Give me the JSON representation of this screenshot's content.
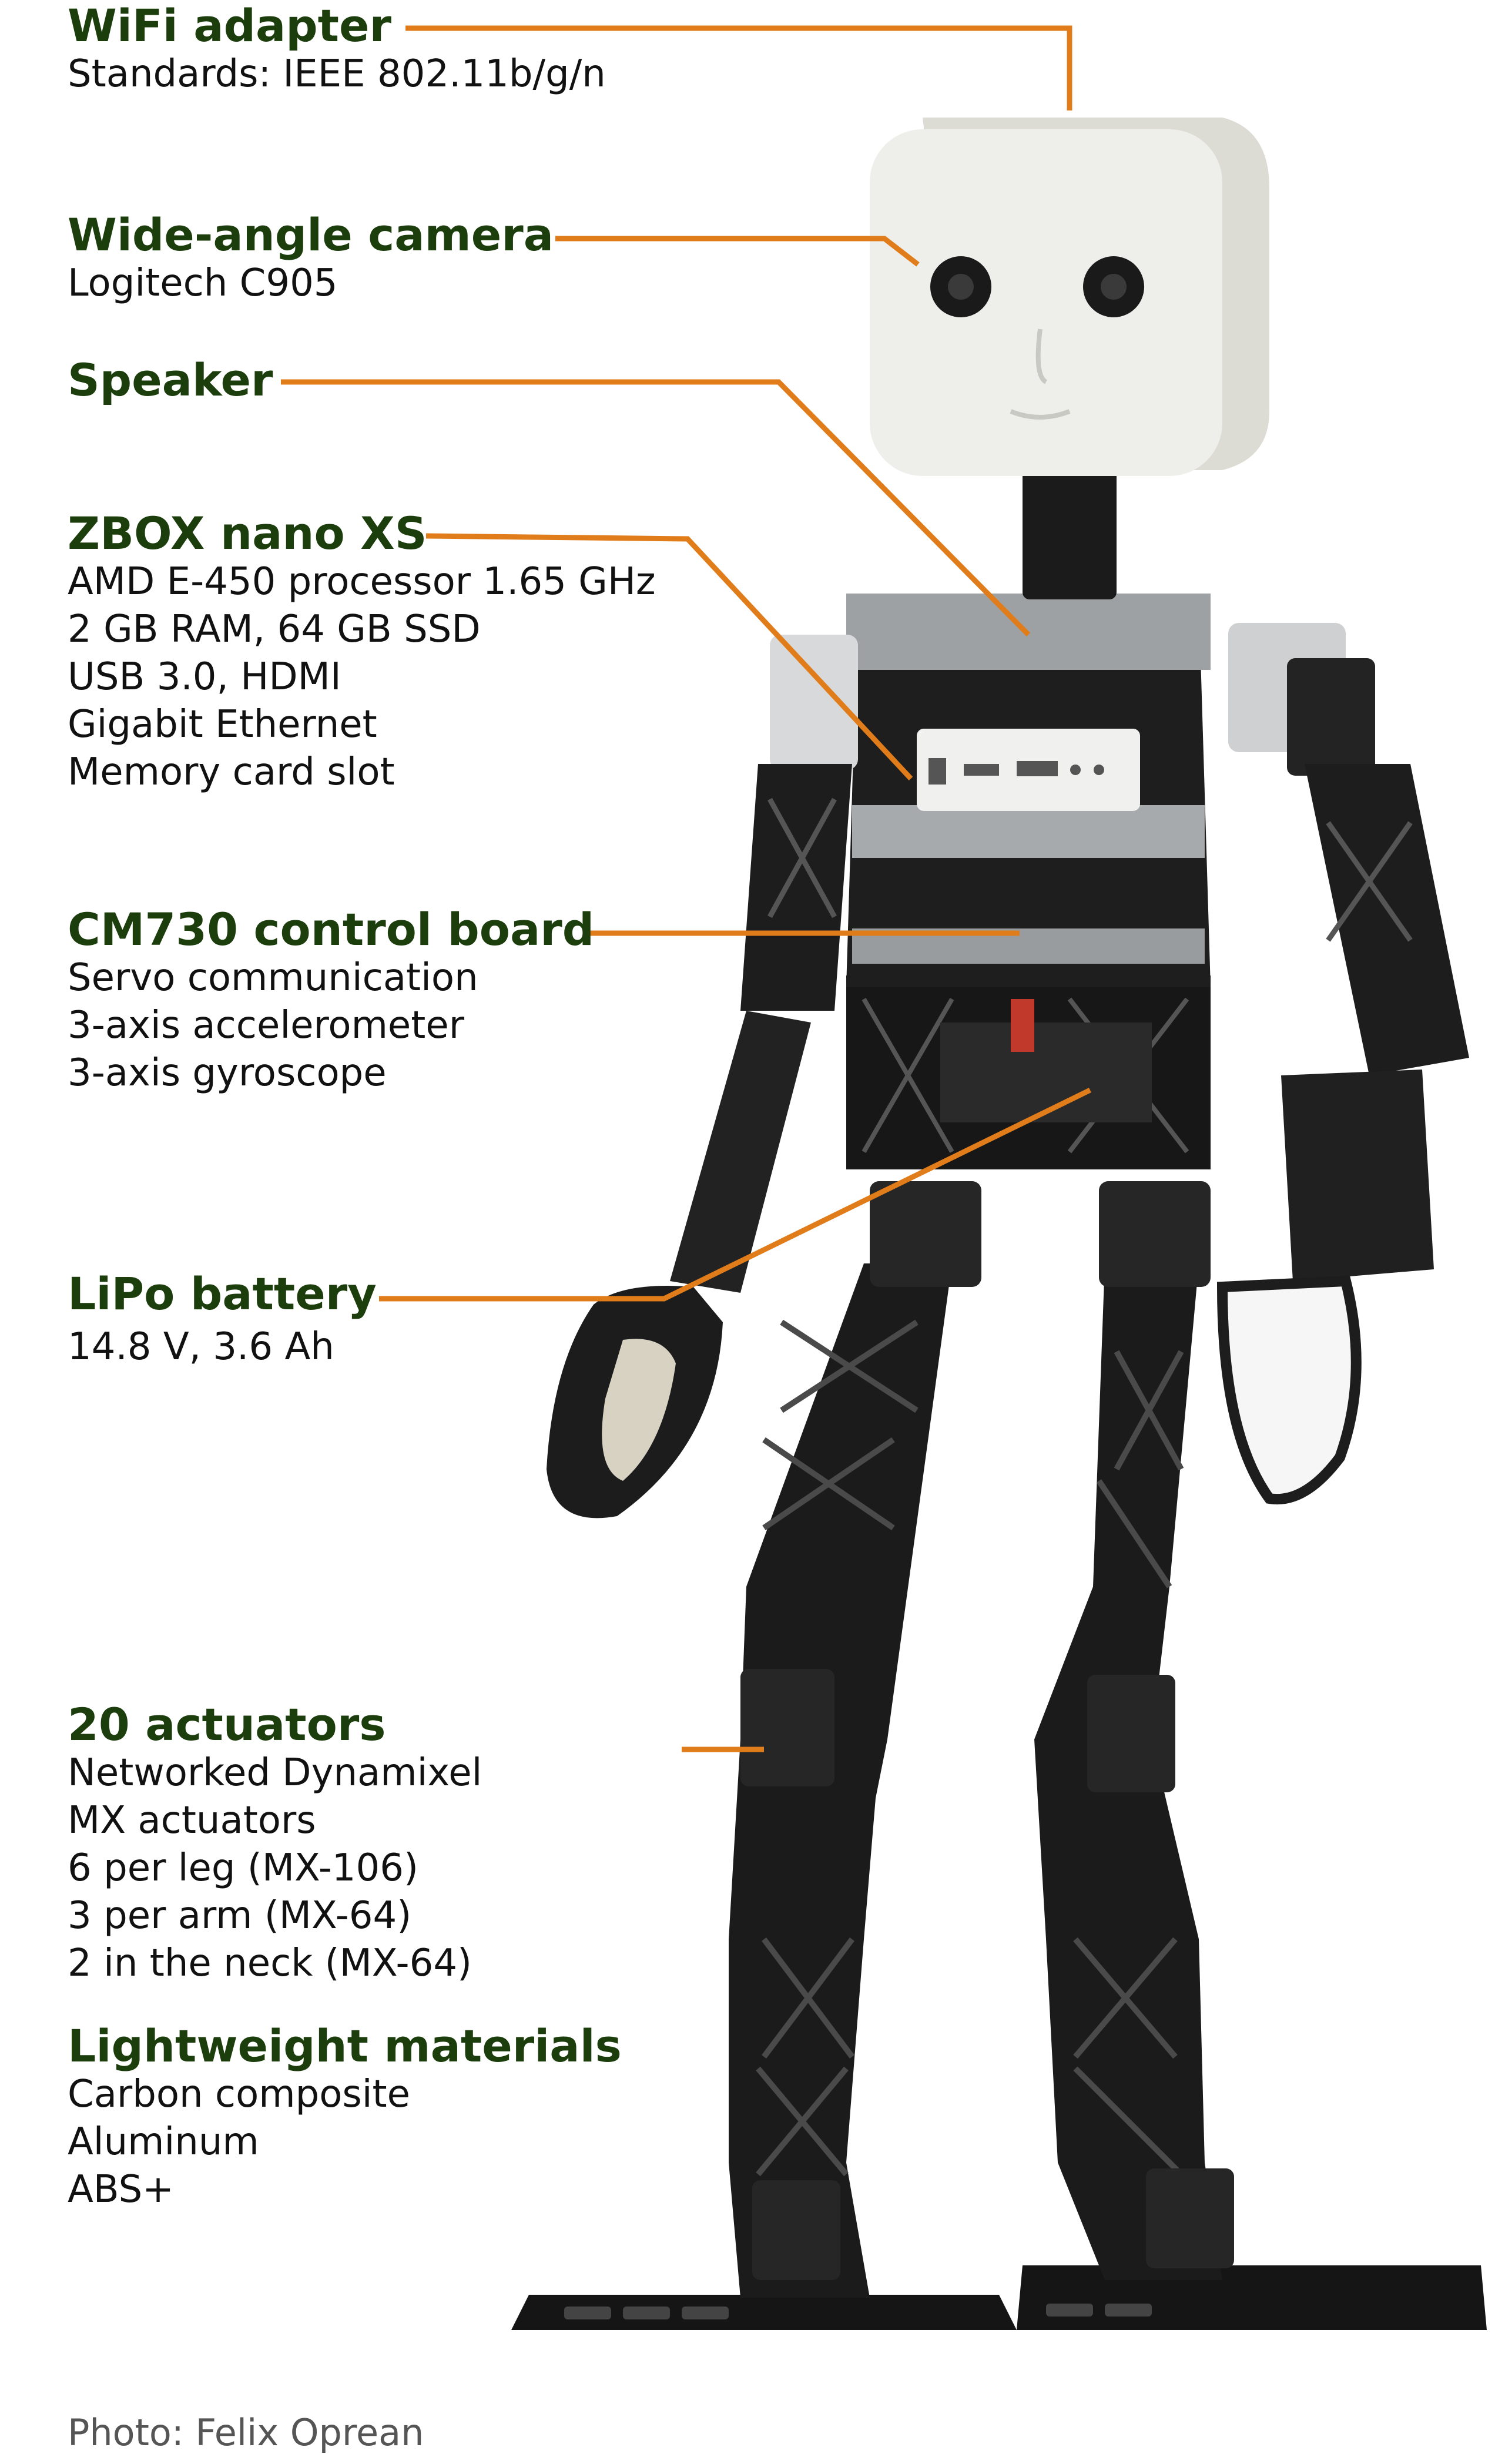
{
  "callouts": [
    {
      "id": "wifi",
      "heading": "WiFi adapter",
      "lines": [
        "Standards: IEEE 802.11b/g/n"
      ]
    },
    {
      "id": "camera",
      "heading": "Wide-angle camera",
      "lines": [
        "Logitech C905"
      ]
    },
    {
      "id": "speaker",
      "heading": "Speaker",
      "lines": []
    },
    {
      "id": "zbox",
      "heading": "ZBOX nano XS",
      "lines": [
        "AMD E-450 processor 1.65 GHz",
        "2 GB RAM, 64 GB SSD",
        "USB 3.0, HDMI",
        "Gigabit Ethernet",
        "Memory card slot"
      ]
    },
    {
      "id": "cm730",
      "heading": "CM730 control board",
      "lines": [
        "Servo communication",
        "3-axis accelerometer",
        "3-axis gyroscope"
      ]
    },
    {
      "id": "lipo",
      "heading": "LiPo battery",
      "lines": [
        "14.8 V, 3.6 Ah"
      ]
    },
    {
      "id": "actuators",
      "heading": "20 actuators",
      "lines": [
        "Networked Dynamixel",
        "MX actuators",
        "6 per leg (MX-106)",
        "3 per arm (MX-64)",
        "2 in the neck (MX-64)"
      ]
    },
    {
      "id": "materials",
      "heading": "Lightweight materials",
      "lines": [
        "Carbon composite",
        "Aluminum",
        "ABS+"
      ]
    }
  ],
  "credit": "Photo: Felix Oprean",
  "colors": {
    "heading": "#1c3d0c",
    "leader_line": "#e07c1a",
    "robot_frame": "#1b1b1b",
    "head_shell": "#eeeeea",
    "metal": "#b9bcbe"
  }
}
